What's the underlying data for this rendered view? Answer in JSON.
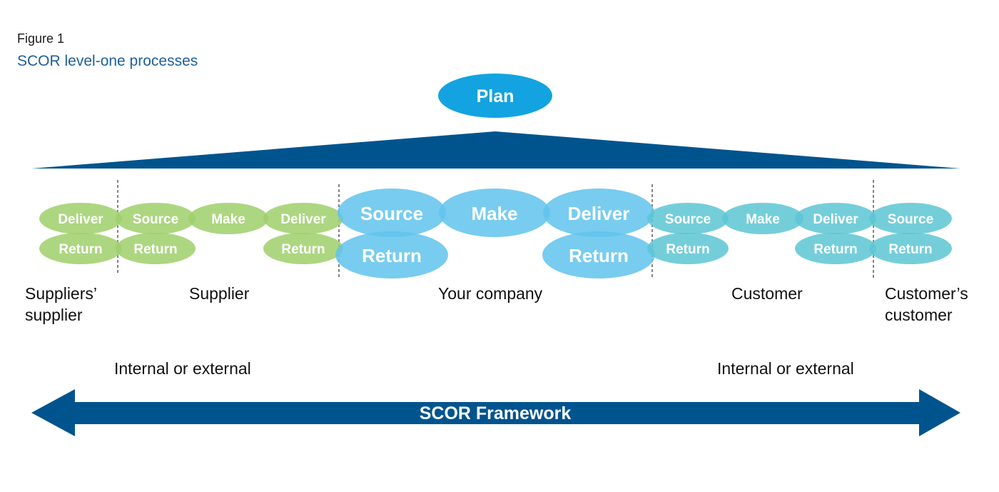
{
  "figure": {
    "label": "Figure 1",
    "title": "SCOR level-one processes"
  },
  "plan_label": "Plan",
  "processes": {
    "suppliers_supplier": {
      "top": "Deliver",
      "bottom": "Return"
    },
    "supplier": {
      "source": "Source",
      "make": "Make",
      "deliver": "Deliver",
      "source_return": "Return",
      "deliver_return": "Return"
    },
    "your_company": {
      "source": "Source",
      "make": "Make",
      "deliver": "Deliver",
      "source_return": "Return",
      "deliver_return": "Return"
    },
    "customer": {
      "source": "Source",
      "make": "Make",
      "deliver": "Deliver",
      "source_return": "Return",
      "deliver_return": "Return"
    },
    "customers_customer": {
      "top": "Source",
      "bottom": "Return"
    }
  },
  "entities": {
    "suppliers_supplier": "Suppliers’\nsupplier",
    "supplier": "Supplier",
    "your_company": "Your company",
    "customer": "Customer",
    "customers_customer": "Customer’s\ncustomer"
  },
  "internal_left": "Internal or external",
  "internal_right": "Internal or external",
  "framework_label": "SCOR Framework",
  "colors": {
    "plan": "#13a3e0",
    "navy": "#00548e",
    "green": "#9fcf6b",
    "blue": "#60c3ec",
    "teal": "#5cc6d3",
    "title": "#1d5f98"
  }
}
